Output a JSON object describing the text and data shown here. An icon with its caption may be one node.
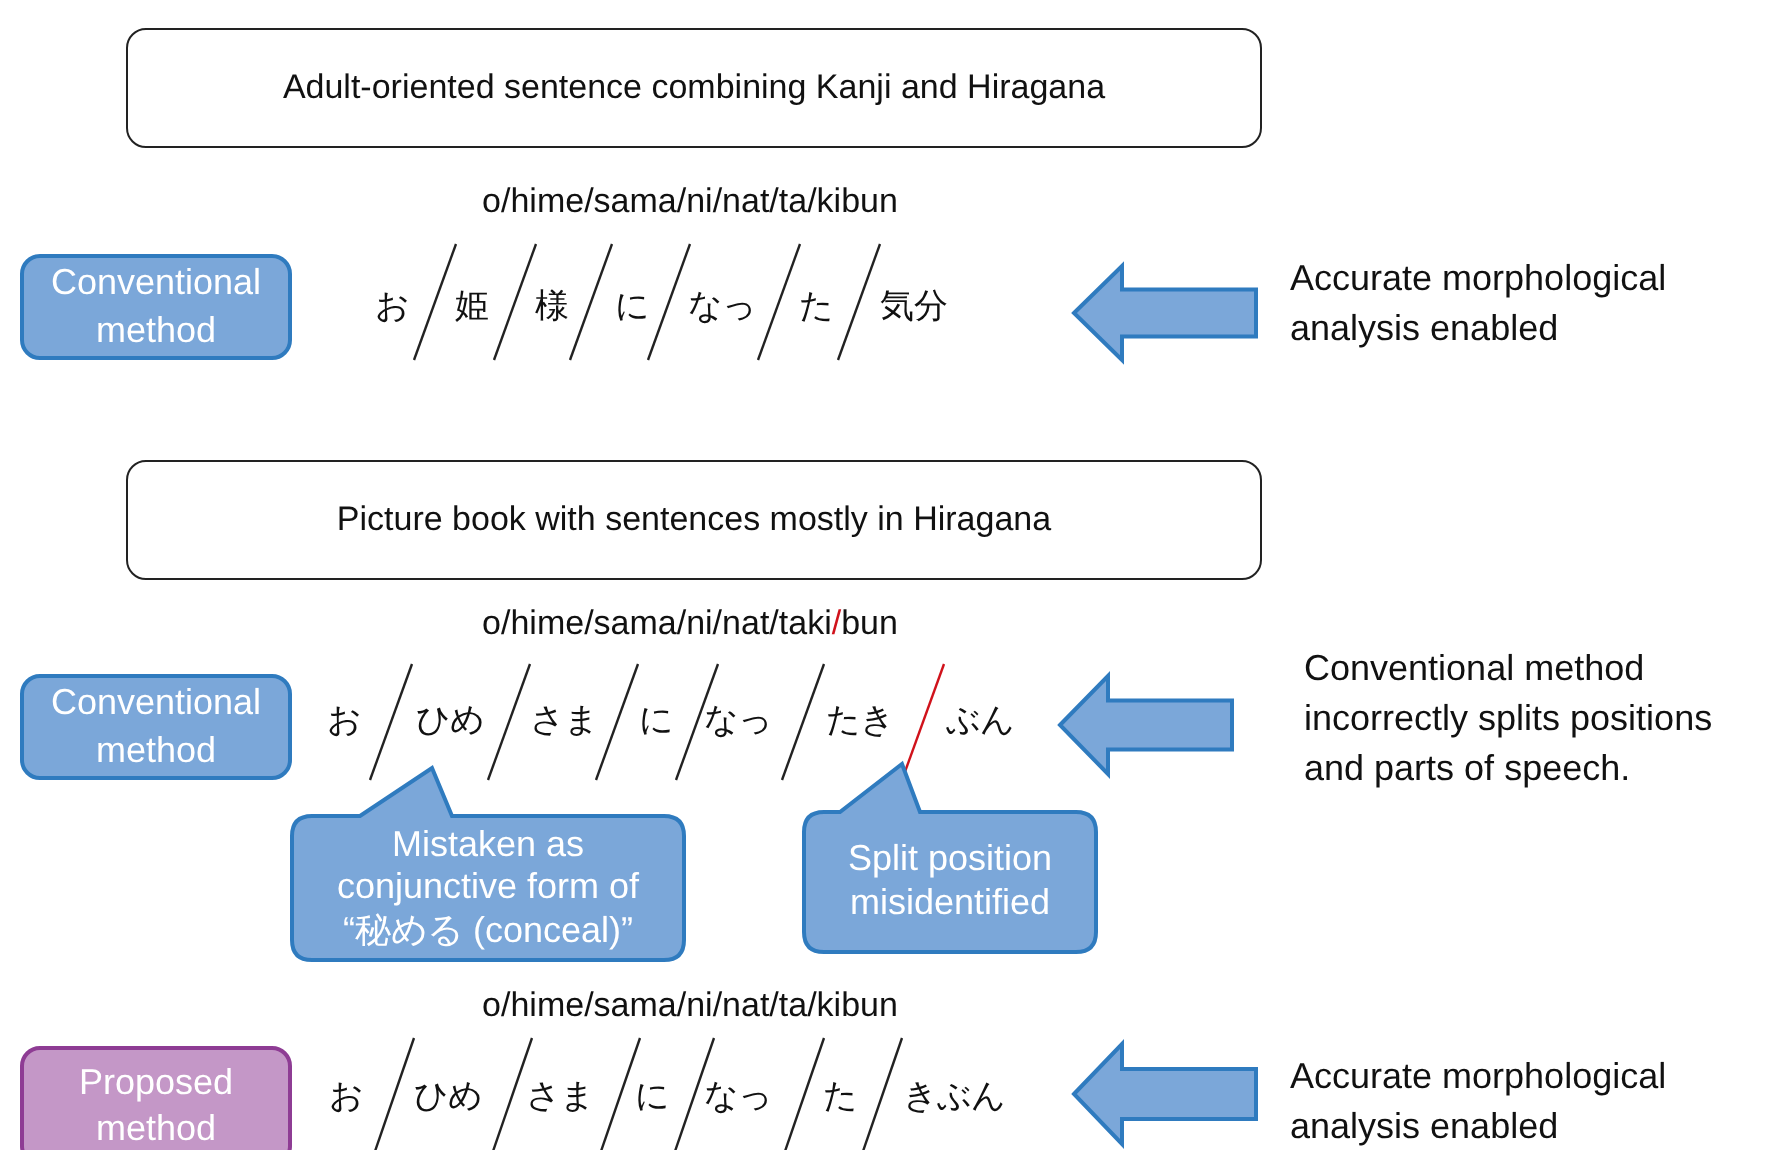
{
  "diagram": {
    "nodes": [
      {
        "text": [
          "Adult-oriented sentence combining Kanji and Hiragana"
        ]
      },
      {
        "text": [
          "Conventional method"
        ]
      },
      {
        "text": [
          "Picture book with sentences mostly in Hiragana"
        ]
      },
      {
        "text": [
          "Conventional method"
        ]
      },
      {
        "text": [
          "Mistaken as conjunctive form of “秘める (conceal)”"
        ]
      },
      {
        "text": [
          "Split position misidentified"
        ]
      },
      {
        "text": [
          "Proposed method"
        ]
      }
    ],
    "labels": [
      "o/hime/sama/ni/nat/ta/kibun",
      "お",
      "姫",
      "様",
      "に",
      "なっ",
      "た",
      "気分",
      "Accurate morphological analysis enabled",
      "o/hime/sama/ni/nat/taki/bun",
      "お",
      "ひめ",
      "さま",
      "に",
      "なっ",
      "たき",
      "ぶん",
      "Conventional method incorrectly splits positions and parts of speech.",
      "o/hime/sama/ni/nat/ta/kibun",
      "お",
      "ひめ",
      "さま",
      "に",
      "なっ",
      "た",
      "きぶん",
      "Accurate morphological analysis enabled"
    ]
  }
}
